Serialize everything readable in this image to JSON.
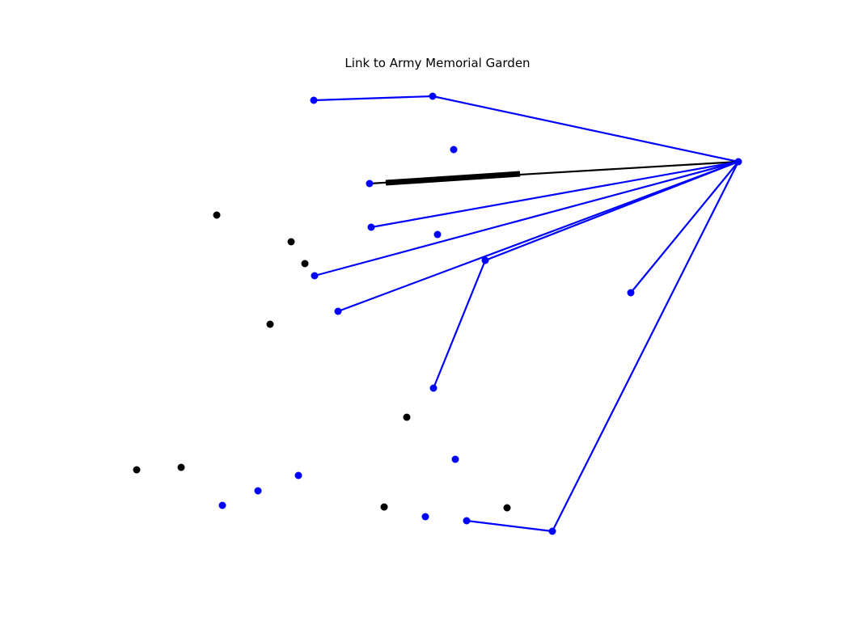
{
  "title": "Link to Army Memorial Garden",
  "colors": {
    "link": "#0000ff",
    "highlight": "#000000",
    "linked_point": "#0000ff",
    "other_point": "#000000",
    "background": "#ffffff"
  },
  "nodes": [
    {
      "id": "hub",
      "kind": "linked"
    },
    {
      "id": "n1",
      "kind": "linked"
    },
    {
      "id": "n2",
      "kind": "linked"
    },
    {
      "id": "n3",
      "kind": "linked"
    },
    {
      "id": "n4",
      "kind": "linked"
    },
    {
      "id": "n5",
      "kind": "linked"
    },
    {
      "id": "n6",
      "kind": "linked"
    },
    {
      "id": "n7",
      "kind": "linked"
    },
    {
      "id": "n8",
      "kind": "linked"
    },
    {
      "id": "n9",
      "kind": "linked"
    },
    {
      "id": "n10",
      "kind": "linked"
    },
    {
      "id": "n11",
      "kind": "linked"
    },
    {
      "id": "n12",
      "kind": "linked"
    },
    {
      "id": "n13",
      "kind": "linked"
    },
    {
      "id": "n14",
      "kind": "linked"
    },
    {
      "id": "n15",
      "kind": "linked"
    },
    {
      "id": "n16",
      "kind": "linked"
    },
    {
      "id": "n17",
      "kind": "linked"
    },
    {
      "id": "n18",
      "kind": "linked"
    },
    {
      "id": "o1",
      "kind": "other"
    },
    {
      "id": "o2",
      "kind": "other"
    },
    {
      "id": "o3",
      "kind": "other"
    },
    {
      "id": "o4",
      "kind": "other"
    },
    {
      "id": "o5",
      "kind": "other"
    },
    {
      "id": "o6",
      "kind": "other"
    },
    {
      "id": "o7",
      "kind": "other"
    },
    {
      "id": "o8",
      "kind": "other"
    },
    {
      "id": "o9",
      "kind": "other"
    }
  ],
  "links": [
    {
      "from": "n1",
      "to": "n2",
      "style": "normal"
    },
    {
      "from": "n2",
      "to": "hub",
      "style": "normal"
    },
    {
      "from": "n3",
      "to": "hub",
      "style": "highlight"
    },
    {
      "from": "n5",
      "to": "hub",
      "style": "normal"
    },
    {
      "from": "n6",
      "to": "hub",
      "style": "normal"
    },
    {
      "from": "n7",
      "to": "hub",
      "style": "normal"
    },
    {
      "from": "n8",
      "to": "hub",
      "style": "normal"
    },
    {
      "from": "n8",
      "to": "n9",
      "style": "normal"
    },
    {
      "from": "n10",
      "to": "hub",
      "style": "normal"
    },
    {
      "from": "n11",
      "to": "hub",
      "style": "normal"
    },
    {
      "from": "n12",
      "to": "n11",
      "style": "normal"
    }
  ]
}
